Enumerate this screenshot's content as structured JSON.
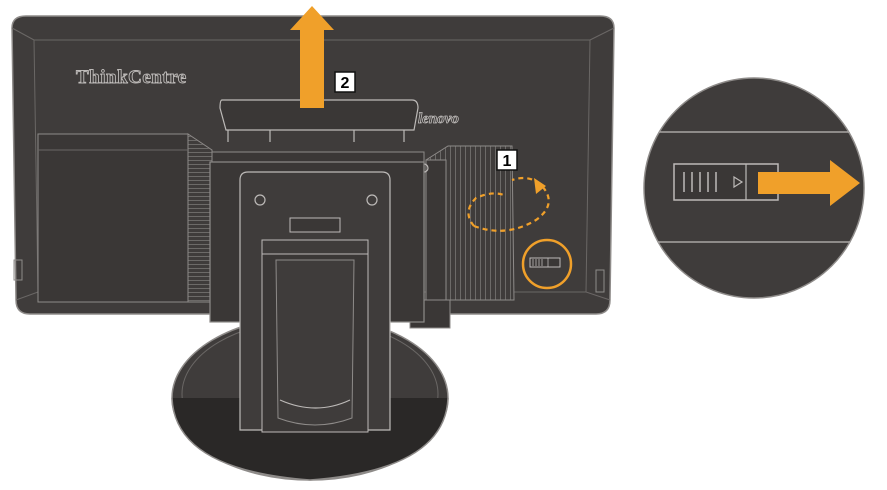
{
  "diagram": {
    "brand_logo": "ThinkCentre",
    "vendor_logo": "lenovo",
    "steps": [
      {
        "number": "1"
      },
      {
        "number": "2"
      }
    ],
    "colors": {
      "housing": "#3f3c3b",
      "housing_dark": "#2a2827",
      "outline": "#8e8b89",
      "line_light": "#bdbab8",
      "arrow": "#f0a02a",
      "highlight_ring": "#f0a02a",
      "step_box": "#ffffff",
      "background": "#ffffff"
    },
    "icons": {
      "step_1_motion": "curved-rotate-arrow-icon",
      "step_2_motion": "arrow-up-icon",
      "latch_slide": "arrow-right-icon",
      "latch": "latch-icon"
    }
  }
}
